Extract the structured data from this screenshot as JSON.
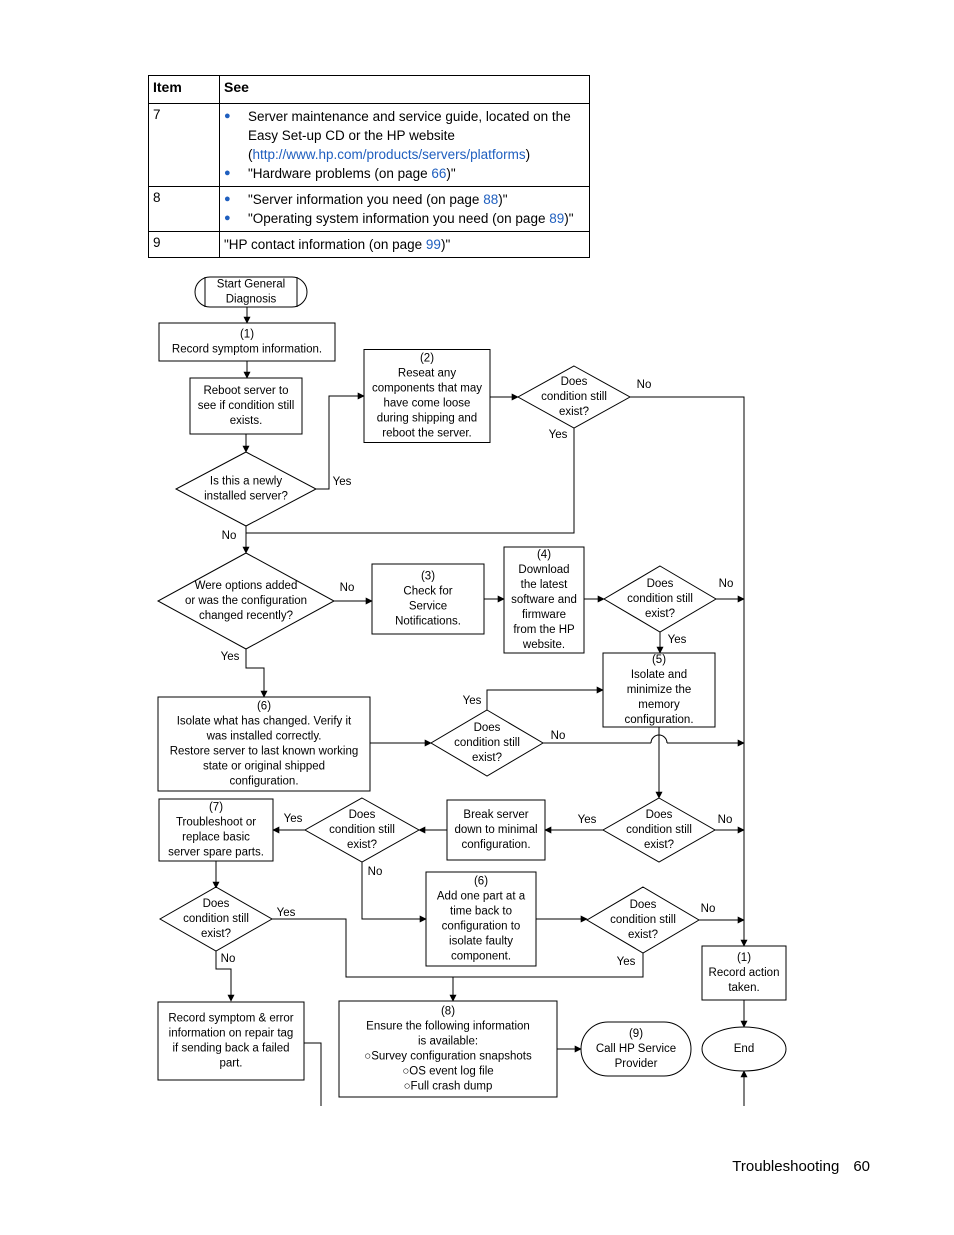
{
  "table": {
    "col_item": "Item",
    "col_see": "See",
    "rows": [
      {
        "item": "7",
        "bullets": [
          {
            "pre": "Server maintenance and service guide, located on the Easy Set-up CD or the HP website (",
            "link": "http://www.hp.com/products/servers/platforms",
            "post": ")"
          },
          {
            "pre": "\"Hardware problems (on page ",
            "link": "66",
            "post": ")\""
          }
        ]
      },
      {
        "item": "8",
        "bullets": [
          {
            "pre": "\"Server information you need (on page ",
            "link": "88",
            "post": ")\""
          },
          {
            "pre": "\"Operating system information you need (on page ",
            "link": "89",
            "post": ")\""
          }
        ]
      },
      {
        "item": "9",
        "plain": {
          "pre": "\"HP contact information (on page ",
          "link": "99",
          "post": ")\""
        }
      }
    ]
  },
  "flowchart": {
    "nodes": [
      {
        "id": "start",
        "lines": [
          "Start General",
          "Diagnosis"
        ]
      },
      {
        "id": "record-symptom",
        "lines": [
          "(1)",
          "Record symptom information."
        ]
      },
      {
        "id": "reboot",
        "lines": [
          "Reboot server to",
          "see if condition still",
          "exists."
        ]
      },
      {
        "id": "reseat",
        "lines": [
          "(2)",
          "Reseat any",
          "components that may",
          "have come loose",
          "during shipping and",
          "reboot the server."
        ]
      },
      {
        "id": "dec-reseat",
        "lines": [
          "Does",
          "condition still",
          "exist?"
        ]
      },
      {
        "id": "dec-new",
        "lines": [
          "Is this a newly",
          "installed server?"
        ]
      },
      {
        "id": "dec-options",
        "lines": [
          "Were options added",
          "or was the configuration",
          "changed recently?"
        ]
      },
      {
        "id": "check-notif",
        "lines": [
          "(3)",
          "Check for",
          "Service",
          "Notifications."
        ]
      },
      {
        "id": "download",
        "lines": [
          "(4)",
          "Download",
          "the latest",
          "software and",
          "firmware",
          "from the HP",
          "website."
        ]
      },
      {
        "id": "dec-download",
        "lines": [
          "Does",
          "condition still",
          "exist?"
        ]
      },
      {
        "id": "isolate-mem",
        "lines": [
          "(5)",
          "Isolate and",
          "minimize the",
          "memory",
          "configuration."
        ]
      },
      {
        "id": "isolate-change",
        "lines": [
          "(6)",
          "Isolate what has changed. Verify it",
          "was installed correctly.",
          "Restore server to last known working",
          "state or original shipped",
          "configuration."
        ]
      },
      {
        "id": "dec-isolate",
        "lines": [
          "Does",
          "condition still",
          "exist?"
        ]
      },
      {
        "id": "troubleshoot",
        "lines": [
          "(7)",
          "Troubleshoot or",
          "replace basic",
          "server spare parts."
        ]
      },
      {
        "id": "dec-trouble",
        "lines": [
          "Does",
          "condition still",
          "exist?"
        ]
      },
      {
        "id": "break-server",
        "lines": [
          "Break server",
          "down to minimal",
          "configuration."
        ]
      },
      {
        "id": "dec-mem",
        "lines": [
          "Does",
          "condition still",
          "exist?"
        ]
      },
      {
        "id": "add-part",
        "lines": [
          "(6)",
          "Add one part at a",
          "time back to",
          "configuration to",
          "isolate faulty",
          "component."
        ]
      },
      {
        "id": "dec-add",
        "lines": [
          "Does",
          "condition still",
          "exist?"
        ]
      },
      {
        "id": "dec-spare",
        "lines": [
          "Does",
          "condition still",
          "exist?"
        ]
      },
      {
        "id": "record-action",
        "lines": [
          "(1)",
          "Record action",
          "taken."
        ]
      },
      {
        "id": "record-error",
        "lines": [
          "Record symptom & error",
          "information on repair tag",
          "if sending back a failed",
          "part."
        ]
      },
      {
        "id": "ensure-info",
        "lines": [
          "(8)",
          "Ensure the following information",
          "is available:",
          "○Survey configuration snapshots",
          "○OS event log file",
          "○Full crash dump"
        ]
      },
      {
        "id": "call-hp",
        "lines": [
          "(9)",
          "Call HP Service",
          "Provider"
        ]
      },
      {
        "id": "end",
        "lines": [
          "End"
        ]
      }
    ],
    "labels": {
      "yes": "Yes",
      "no": "No"
    }
  },
  "footer": {
    "section": "Troubleshooting",
    "page": "60"
  }
}
